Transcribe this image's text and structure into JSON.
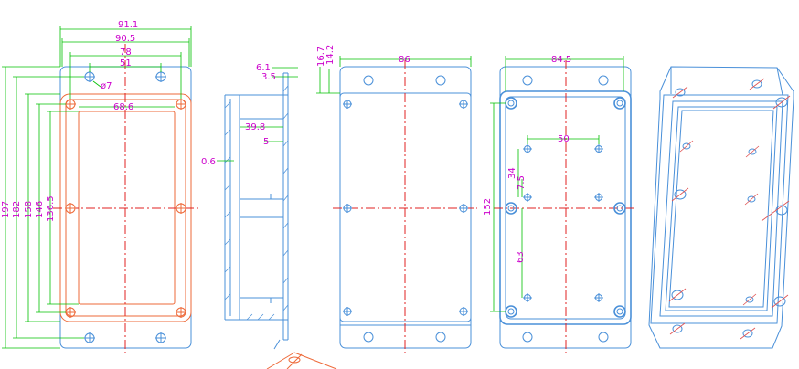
{
  "dimensions": {
    "top_width_outer": "91.1",
    "top_width_inner": "90.5",
    "top_hole_span": "78",
    "top_hole_span_inner": "51",
    "hole_dia": "ø7",
    "inner_width": "68.6",
    "height_197": "197",
    "height_182": "182",
    "height_158": "158",
    "height_146": "146",
    "height_136": "136.5",
    "side_61": "6.1",
    "side_35": "3.5",
    "side_398": "39.8",
    "side_5": "5",
    "side_06": "0.6",
    "front_167": "16.7",
    "front_142": "14.2",
    "front_86": "86",
    "back_845": "84.5",
    "back_50": "50",
    "back_34": "34",
    "back_75": "7.5",
    "back_152": "152",
    "back_63": "63"
  }
}
